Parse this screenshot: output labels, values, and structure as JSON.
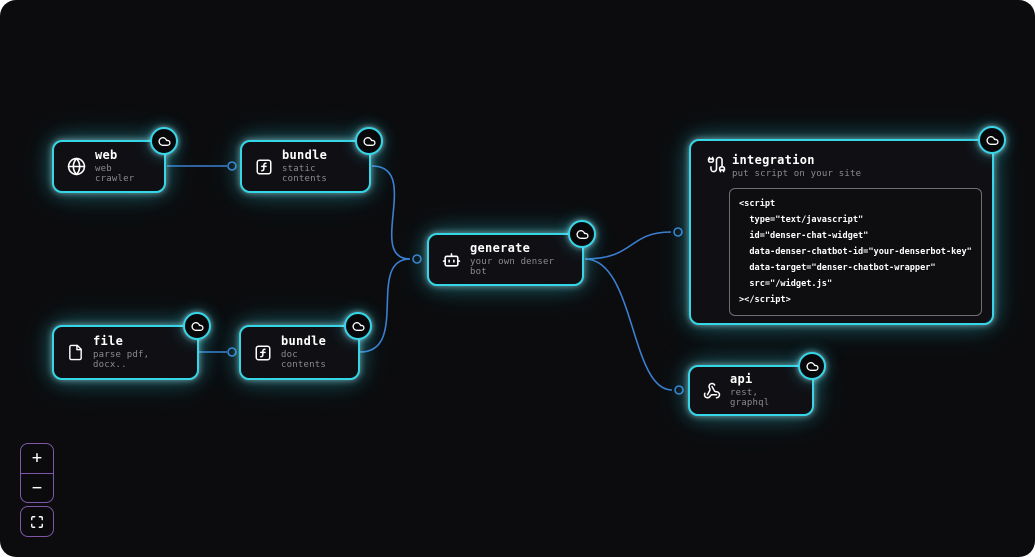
{
  "nodes": {
    "web": {
      "title": "web",
      "subtitle": "web crawler"
    },
    "bundle_static": {
      "title": "bundle",
      "subtitle": "static contents"
    },
    "file": {
      "title": "file",
      "subtitle": "parse pdf, docx.."
    },
    "bundle_doc": {
      "title": "bundle",
      "subtitle": "doc contents"
    },
    "generate": {
      "title": "generate",
      "subtitle": "your own denser bot"
    },
    "integration": {
      "title": "integration",
      "subtitle": "put script on your site",
      "code_lines": [
        "<script",
        "  type=\"text/javascript\"",
        "  id=\"denser-chat-widget\"",
        "  data-denser-chatbot-id=\"your-denserbot-key\"",
        "  data-target=\"denser-chatbot-wrapper\"",
        "  src=\"/widget.js\"",
        "></script>"
      ]
    },
    "api": {
      "title": "api",
      "subtitle": "rest, graphql"
    }
  },
  "controls": {
    "zoom_in_label": "+",
    "zoom_out_label": "−"
  },
  "icons": {
    "web": "globe-icon",
    "bundle": "function-icon",
    "file": "file-icon",
    "generate": "robot-icon",
    "integration": "plug-cable-icon",
    "api": "webhook-icon",
    "badge": "cloud-icon",
    "fit": "fit-view-icon"
  },
  "colors": {
    "canvas_background": "#0c0c0e",
    "node_fill": "#101014",
    "node_border": "#35d6e8",
    "edge": "#3c7ed2",
    "title_text": "#ffffff",
    "subtitle_text": "#8b8b8b",
    "code_border": "#6e6e6e",
    "controls_border": "#7e57a8"
  }
}
